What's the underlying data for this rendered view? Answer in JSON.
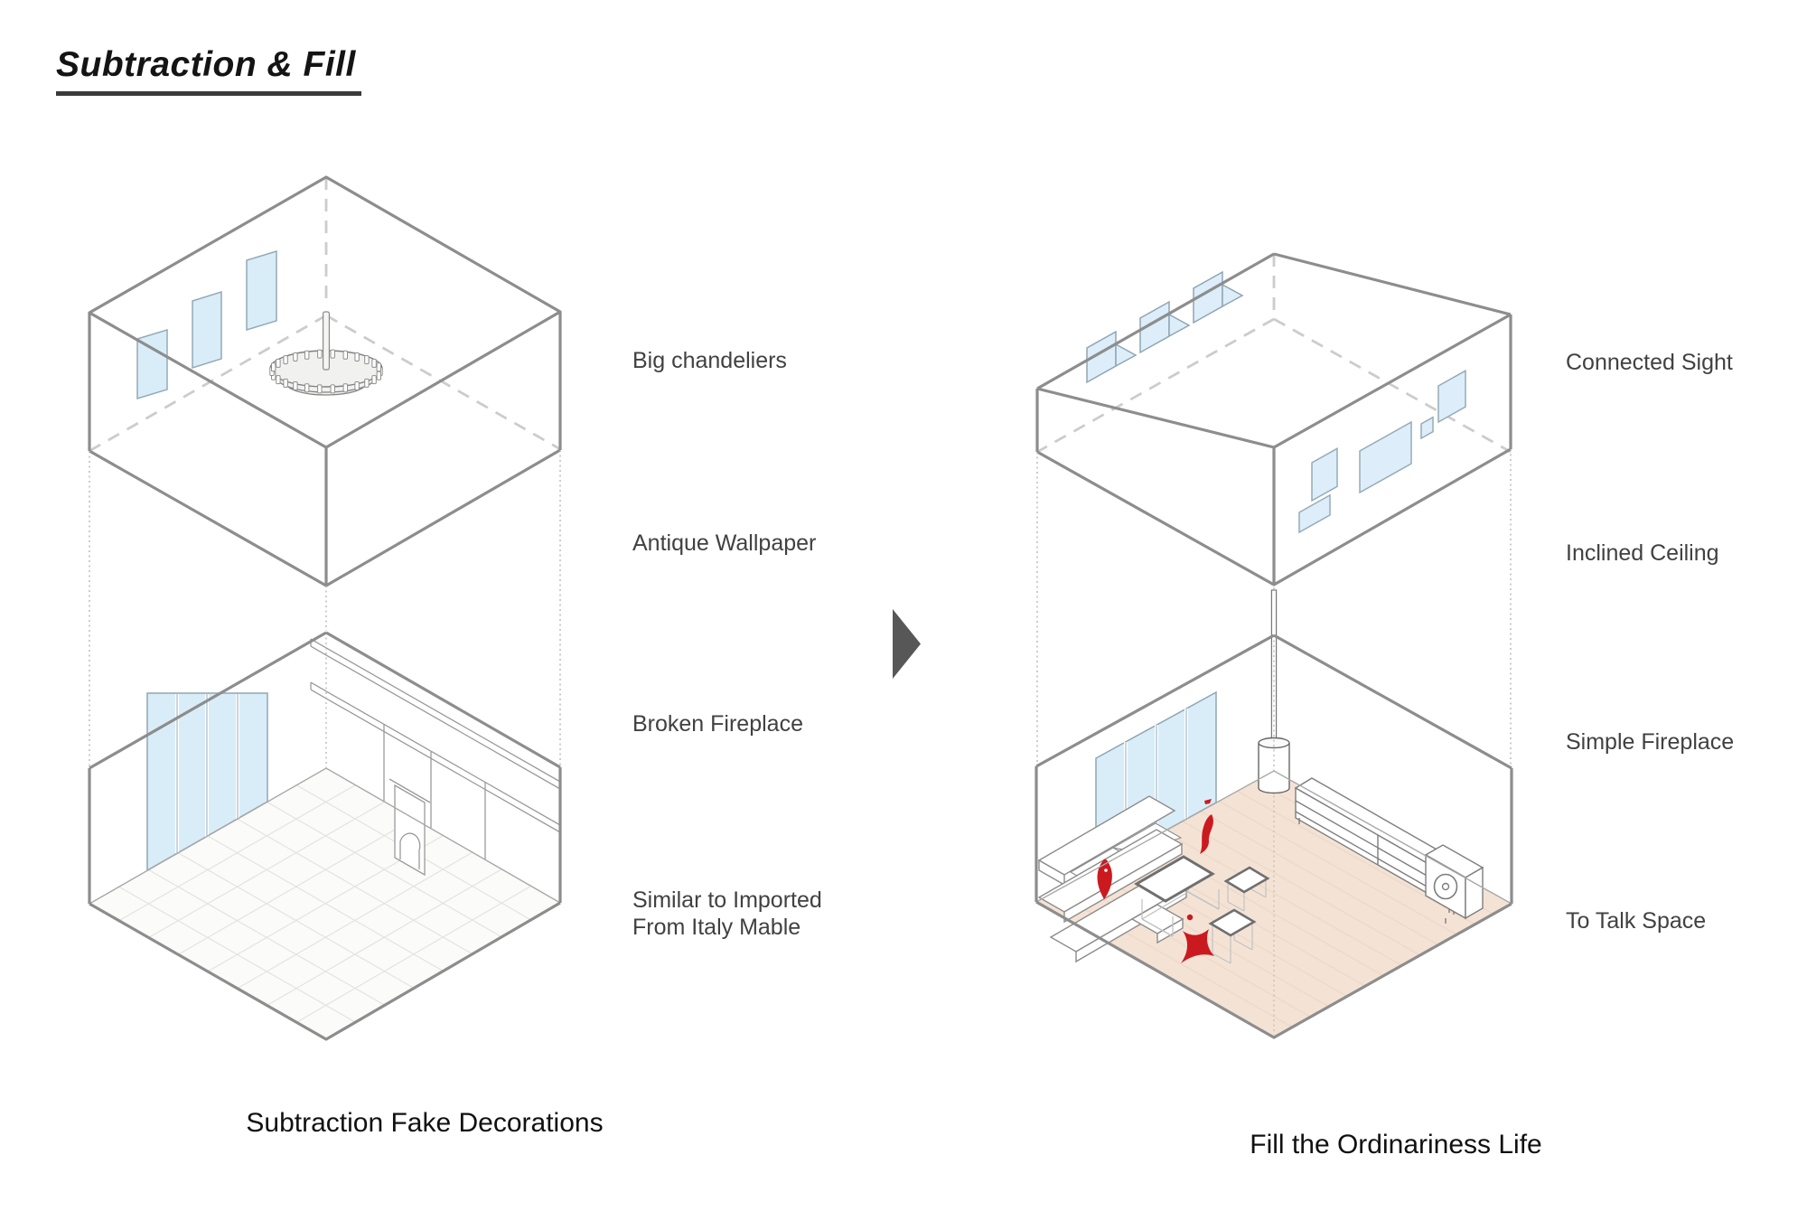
{
  "page": {
    "title": "Subtraction & Fill"
  },
  "arrow": {
    "name": "transform-arrow",
    "direction": "right",
    "color": "#575757"
  },
  "left_figure": {
    "caption": "Subtraction Fake Decorations",
    "labels": [
      {
        "text": "Big chandeliers"
      },
      {
        "text": "Antique Wallpaper"
      },
      {
        "text": "Broken Fireplace"
      },
      {
        "text": "Similar to Imported\nFrom Italy Mable"
      }
    ]
  },
  "right_figure": {
    "caption": "Fill the Ordinariness Life",
    "labels": [
      {
        "text": "Connected Sight"
      },
      {
        "text": "Inclined Ceiling"
      },
      {
        "text": "Simple Fireplace"
      },
      {
        "text": "To Talk Space"
      }
    ]
  },
  "colors": {
    "accent_red": "#cb1a1f",
    "glass_blue": "#d9edf9",
    "floor_tan": "#f4e3d5",
    "line_gray": "#8d8d8d",
    "hidden_dash_gray": "#cccccc"
  }
}
